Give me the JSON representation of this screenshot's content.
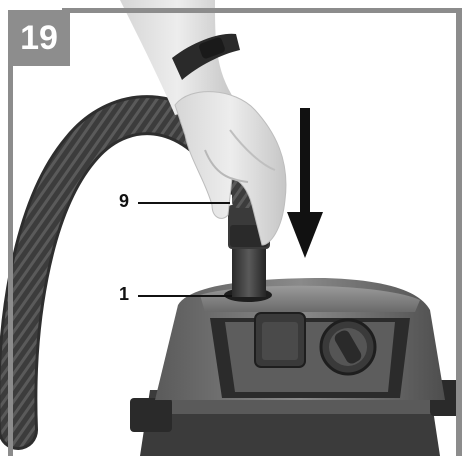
{
  "figure": {
    "number": "19",
    "callouts": [
      {
        "label": "9",
        "target": "hose-connector"
      },
      {
        "label": "1",
        "target": "suction-inlet"
      }
    ],
    "arrow_direction": "down"
  },
  "colors": {
    "badge": "#8d8d8d",
    "frame": "#8c8c8c",
    "vacuum_body": "#6e6e6e",
    "hose": "#3a3a3a"
  }
}
